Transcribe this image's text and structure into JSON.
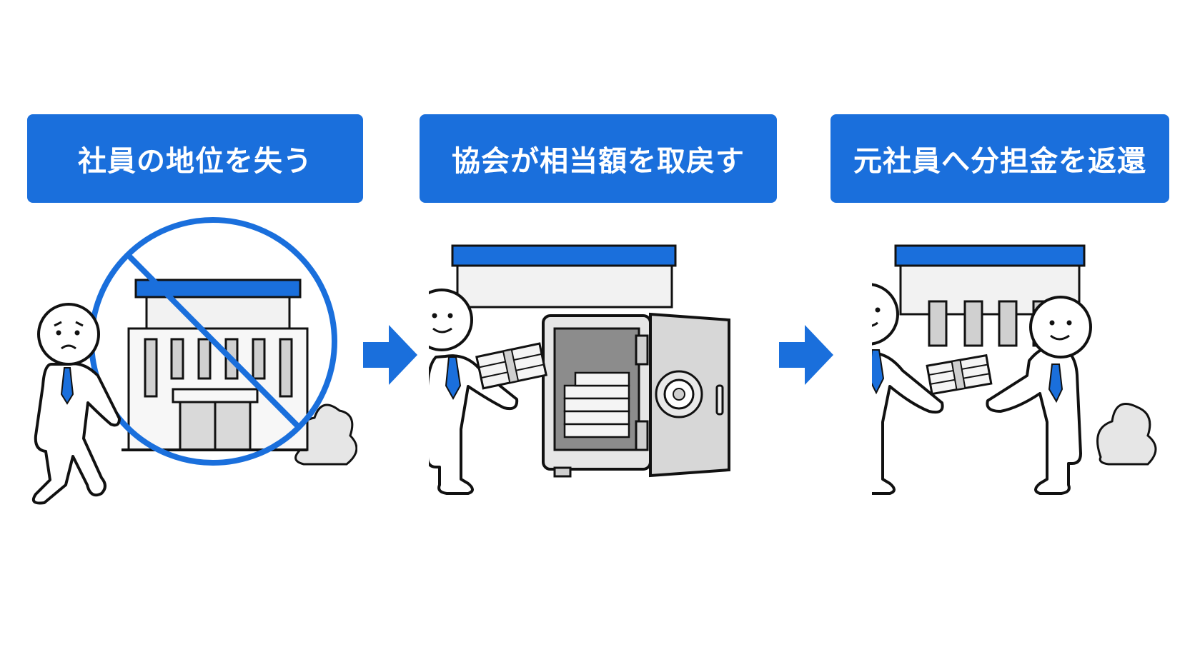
{
  "steps": [
    {
      "label": "社員の地位を失う",
      "icon": "departing-employee-building-prohibited-icon"
    },
    {
      "label": "協会が相当額を取戻す",
      "icon": "employee-safe-money-icon"
    },
    {
      "label": "元社員へ分担金を返還",
      "icon": "money-handover-icon"
    }
  ],
  "connectors": [
    "right-arrow-icon",
    "right-arrow-icon"
  ],
  "colors": {
    "accent": "#1a6fdc",
    "line": "#111111",
    "fill_light": "#e6e6e6",
    "fill_mid": "#bdbdbd",
    "background": "#ffffff"
  }
}
